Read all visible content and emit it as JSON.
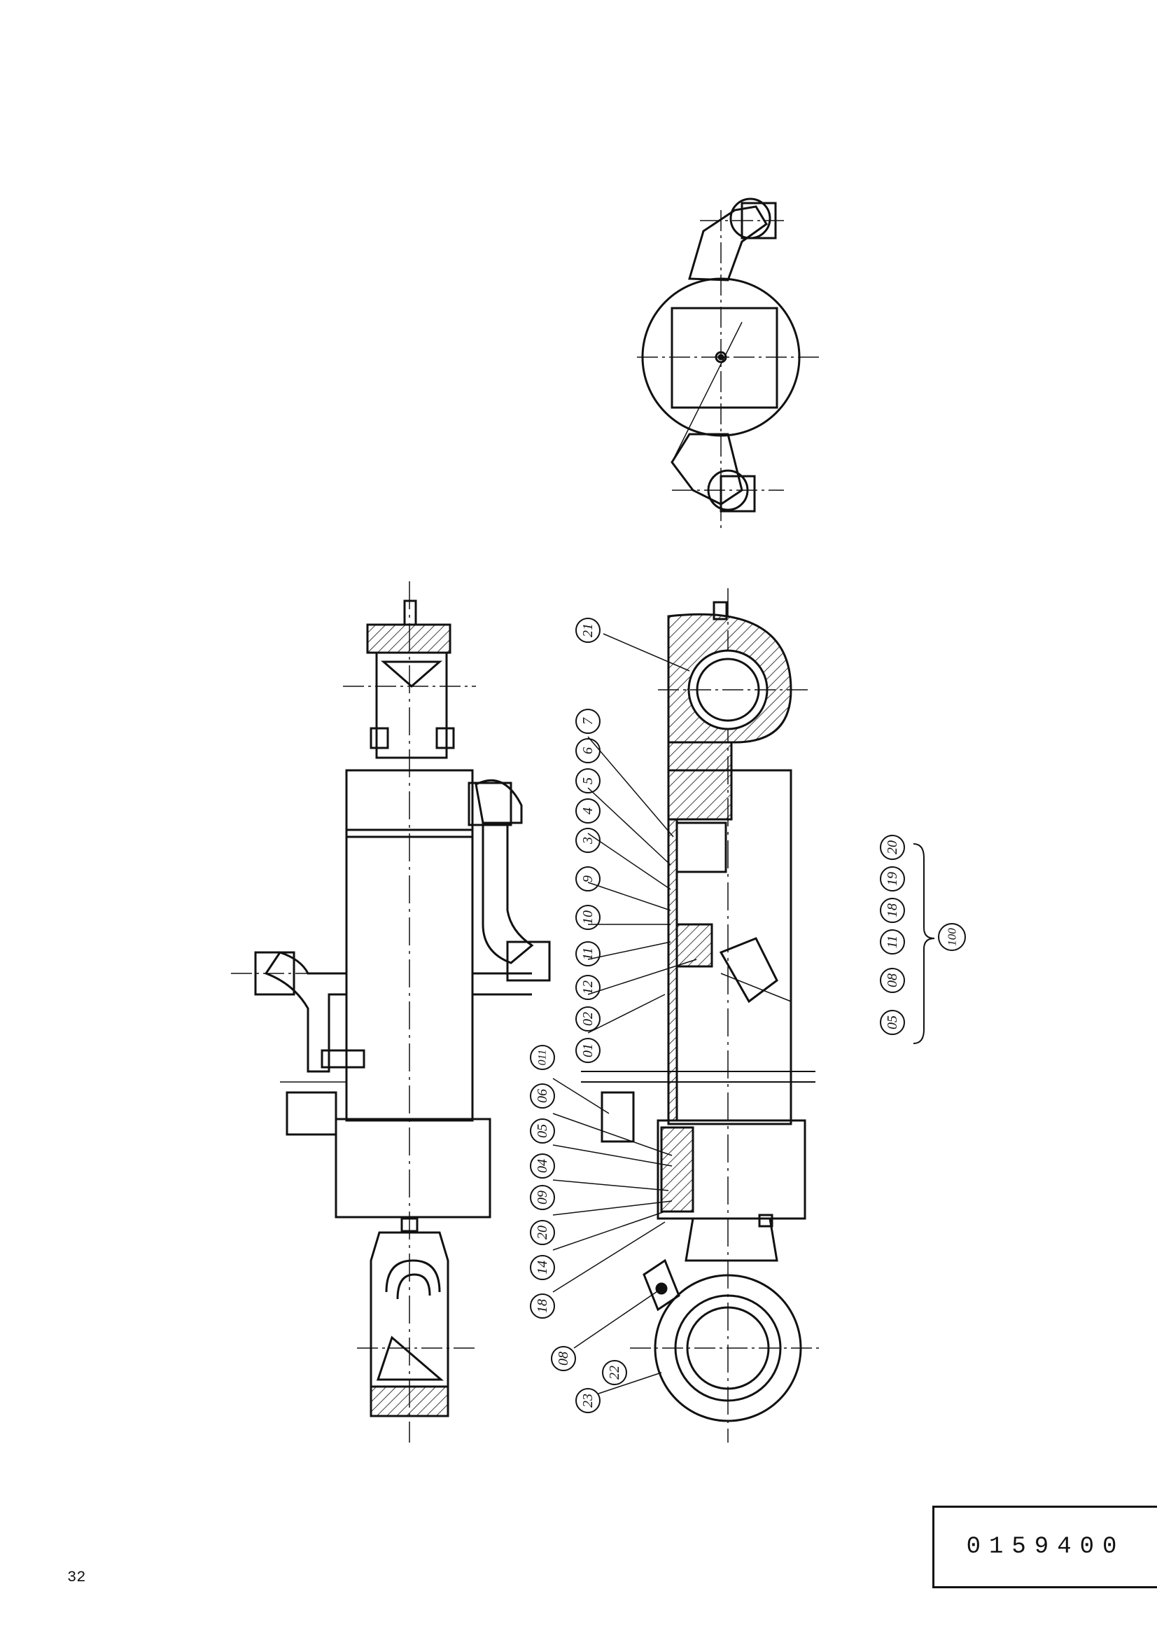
{
  "part_number": "0159400",
  "page_number": "32",
  "callouts": {
    "c01": "01",
    "c011": "011",
    "c02": "02",
    "c04": "04",
    "c05": "05",
    "c06": "06",
    "c08": "08",
    "c09": "09",
    "c3": "3",
    "c4": "4",
    "c5": "5",
    "c6": "6",
    "c7": "7",
    "c9": "9",
    "c10": "10",
    "c11": "11",
    "c12": "12",
    "c14": "14",
    "c18": "18",
    "c20": "20",
    "c21": "21",
    "c22": "22",
    "c23": "23",
    "g05": "05",
    "g08": "08",
    "g11": "11",
    "g18": "18",
    "g19": "19",
    "g20": "20",
    "g100": "100"
  },
  "colors": {
    "ink": "#111111",
    "background": "#ffffff"
  }
}
